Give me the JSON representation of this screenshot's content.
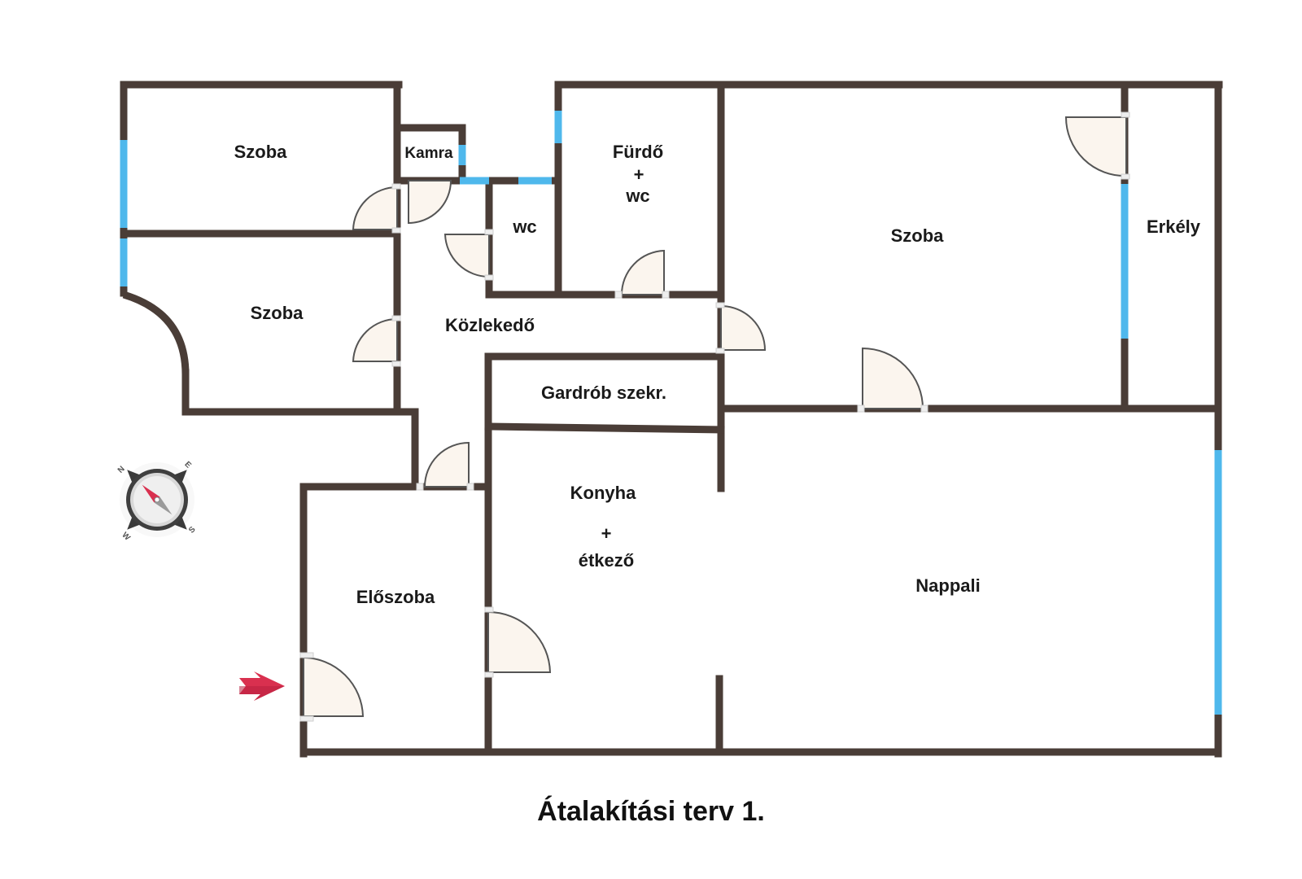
{
  "rooms": {
    "szoba_top_left": "Szoba",
    "kamra": "Kamra",
    "furdo_line1": "Fürdő",
    "furdo_line2": "+",
    "furdo_line3": "wc",
    "wc": "wc",
    "szoba_big": "Szoba",
    "erkely": "Erkély",
    "szoba_mid_left": "Szoba",
    "kozlekedo": "Közlekedő",
    "gardrob": "Gardrób szekr.",
    "konyha_line1": "Konyha",
    "konyha_line2": "+",
    "konyha_line3": "étkező",
    "nappali": "Nappali",
    "eloszoba": "Előszoba"
  },
  "compass": {
    "n": "N",
    "e": "E",
    "s": "S",
    "w": "W"
  },
  "caption": "Átalakítási terv 1.",
  "colors": {
    "wall": "#4a3d37",
    "window": "#4fb8ec",
    "door_fill": "#fbf5ee",
    "entrance_arrow": "#d9304f"
  },
  "icons": {
    "entrance": "entrance-arrow-icon",
    "compass": "compass-icon"
  }
}
